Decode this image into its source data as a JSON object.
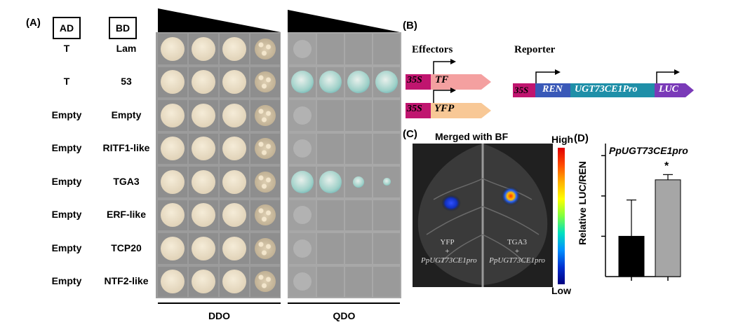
{
  "panelA": {
    "letter": "(A)",
    "ad_header": "AD",
    "bd_header": "BD",
    "rows": [
      {
        "ad": "T",
        "bd": "Lam"
      },
      {
        "ad": "T",
        "bd": "53"
      },
      {
        "ad": "Empty",
        "bd": "Empty"
      },
      {
        "ad": "Empty",
        "bd": "RITF1-like"
      },
      {
        "ad": "Empty",
        "bd": "TGA3"
      },
      {
        "ad": "Empty",
        "bd": "ERF-like"
      },
      {
        "ad": "Empty",
        "bd": "TCP20"
      },
      {
        "ad": "Empty",
        "bd": "NTF2-like"
      }
    ],
    "ddo_label": "DDO",
    "qdo_label": "QDO"
  },
  "panelB": {
    "letter": "(B)",
    "effectors_label": "Effectors",
    "reporter_label": "Reporter",
    "effector1": {
      "promoter": "35S",
      "gene": "TF"
    },
    "effector2": {
      "promoter": "35S",
      "gene": "YFP"
    },
    "reporter": {
      "promoter": "35S",
      "gene1": "REN",
      "gene2": "UGT73CE1Pro",
      "gene3": "LUC"
    },
    "colors": {
      "promoter": "#c0156f",
      "tf": "#f4a0a0",
      "yfp": "#f8c896",
      "ren": "#3a59b8",
      "ugt": "#1f8fa8",
      "luc": "#7a3ab8"
    }
  },
  "panelC": {
    "letter": "(C)",
    "title": "Merged with BF",
    "scale_high": "High",
    "scale_low": "Low",
    "left_label_1": "YFP",
    "left_label_2": "+",
    "left_label_3": "PpUGT73CE1pro",
    "right_label_1": "TGA3",
    "right_label_2": "+",
    "right_label_3": "PpUGT73CE1pro"
  },
  "panelD": {
    "letter": "(D)",
    "title": "PpUGT73CE1pro",
    "ylabel": "Relative LUC/REN",
    "significance": "*"
  },
  "chart_data": {
    "type": "bar",
    "title": "PpUGT73CE1pro",
    "xlabel": "",
    "ylabel": "Relative LUC/REN",
    "categories": [
      "",
      ""
    ],
    "values": [
      1.0,
      2.4
    ],
    "errors": [
      0.9,
      0.13
    ],
    "colors": [
      "#000000",
      "#a6a6a6"
    ],
    "ylim": [
      0,
      3.3
    ],
    "grid": false
  }
}
